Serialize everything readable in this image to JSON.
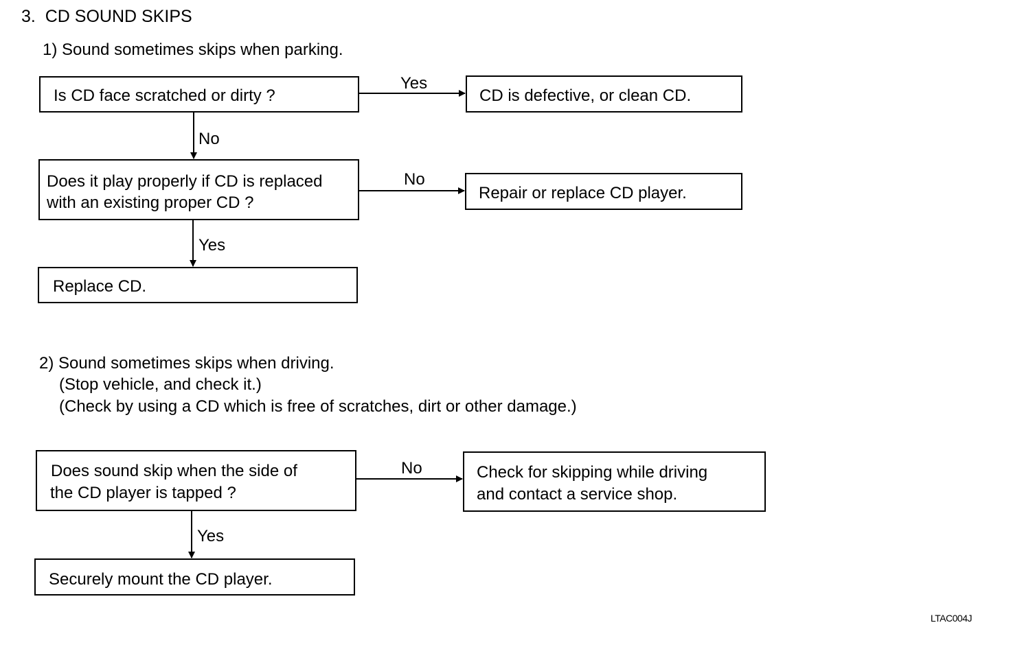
{
  "heading": "3.  CD SOUND SKIPS",
  "section1": {
    "title": "1) Sound sometimes skips when parking.",
    "q1": "Is CD face scratched or dirty ?",
    "q1_yes_label": "Yes",
    "q1_yes_result": "CD is defective, or clean CD.",
    "q1_no_label": "No",
    "q2_line1": "Does it play properly if CD is replaced",
    "q2_line2": "with an existing proper CD ?",
    "q2_no_label": "No",
    "q2_no_result": "Repair or replace CD player.",
    "q2_yes_label": "Yes",
    "q2_yes_result": "Replace CD."
  },
  "section2": {
    "title": "2) Sound sometimes skips when driving.",
    "note1": "(Stop vehicle, and check it.)",
    "note2": "(Check by using a CD which is free of scratches, dirt or other damage.)",
    "q1_line1": "Does sound skip when the side of",
    "q1_line2": "the CD player is tapped ?",
    "q1_no_label": "No",
    "q1_no_result_line1": "Check for skipping while driving",
    "q1_no_result_line2": "and contact a service shop.",
    "q1_yes_label": "Yes",
    "q1_yes_result": "Securely mount the CD player."
  },
  "figure_code": "LTAC004J"
}
